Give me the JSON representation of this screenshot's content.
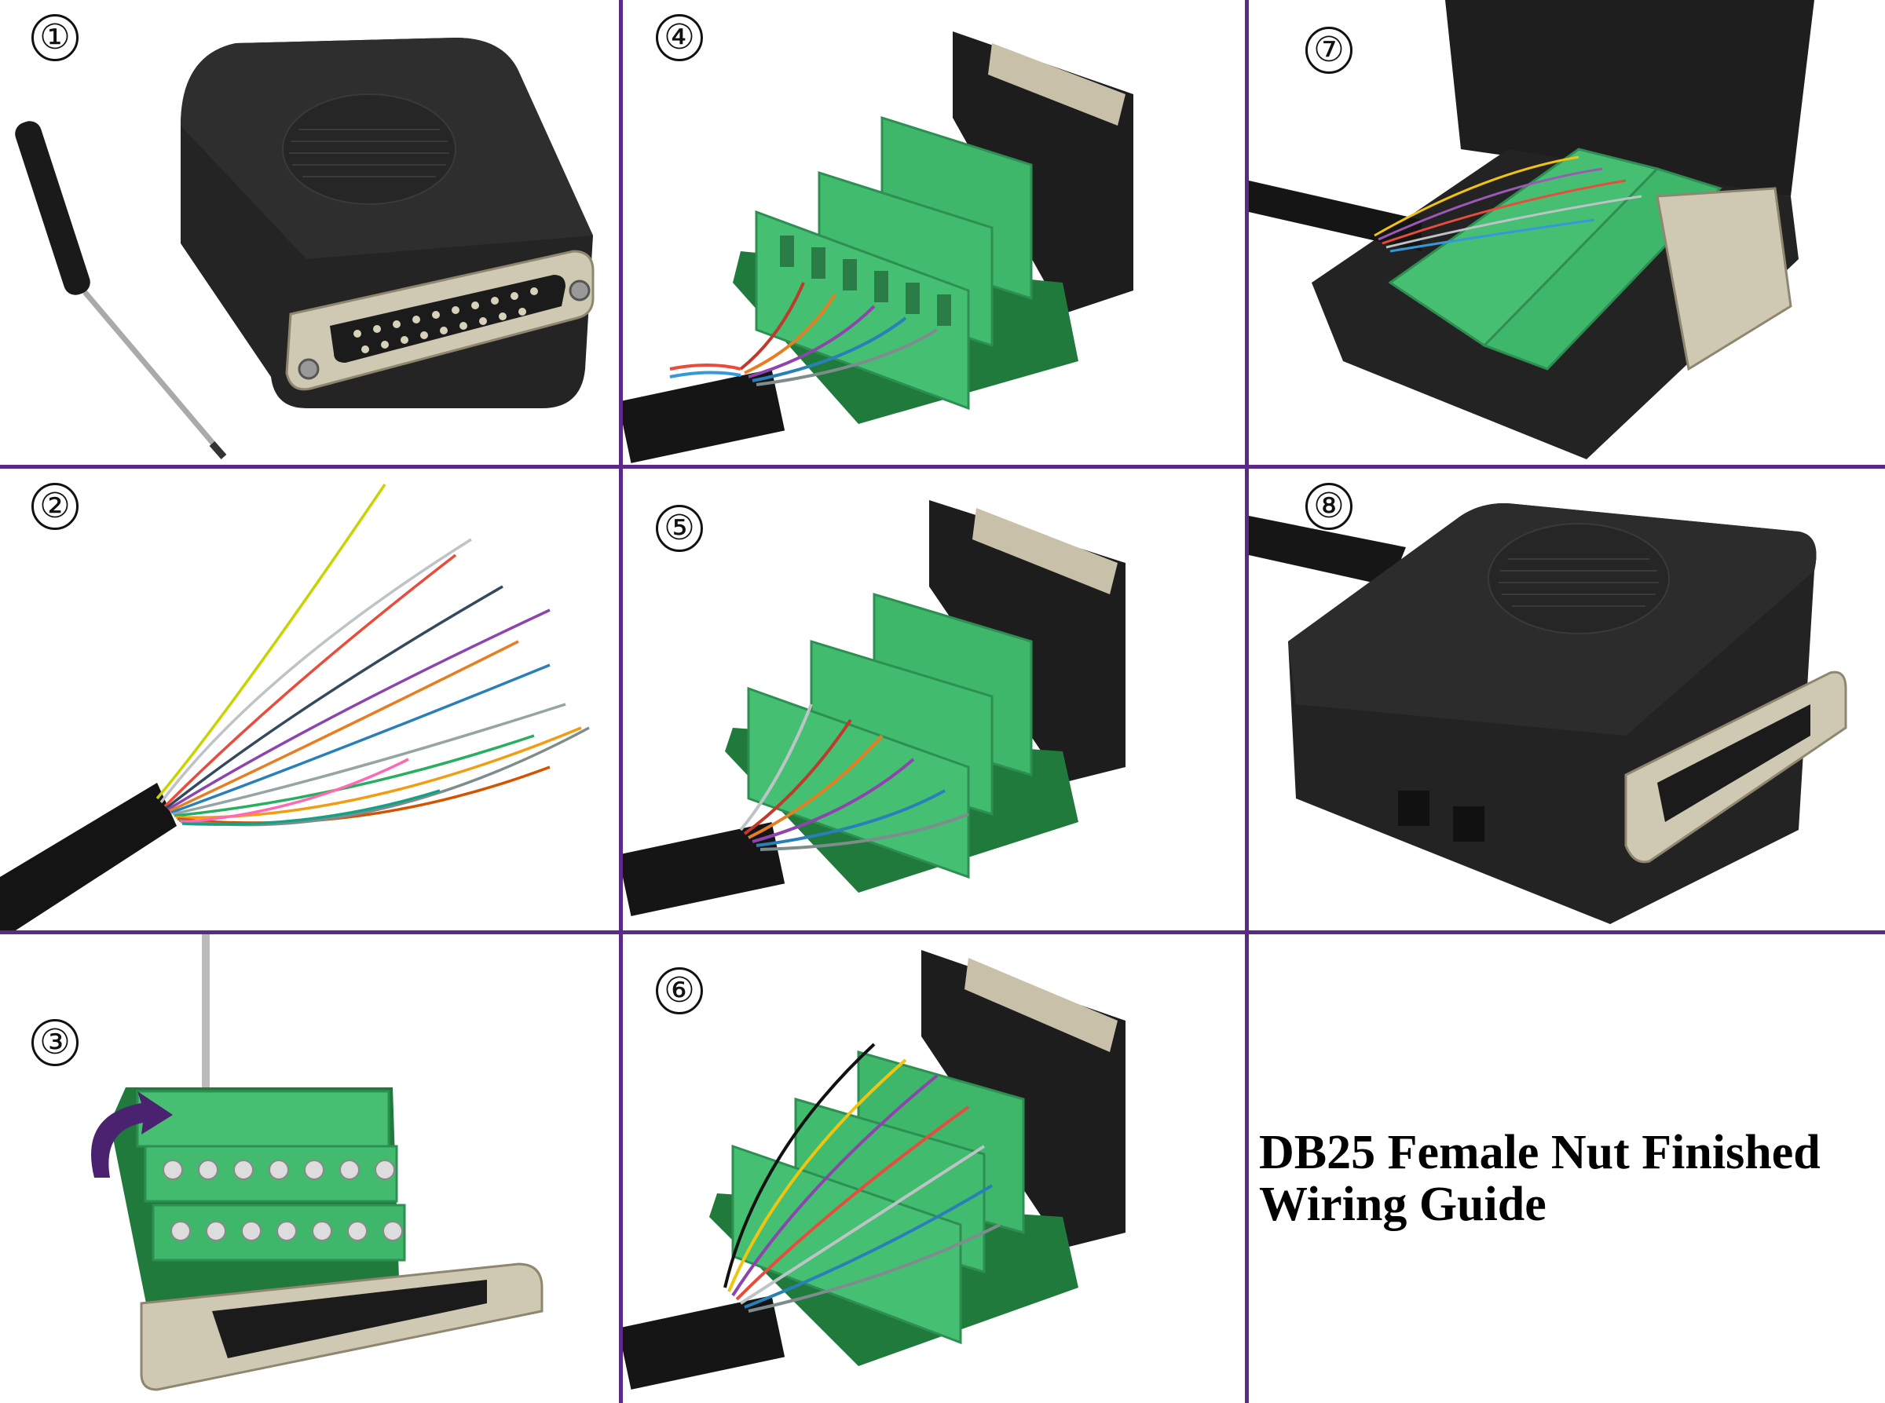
{
  "colors": {
    "divider": "#5b2a86",
    "terminal_green": "#3fb76b",
    "terminal_dark": "#2d8f52",
    "pcb_green": "#1f7a3c",
    "housing_black": "#1c1c1c",
    "metal": "#c9c2ae",
    "arrow_purple": "#4a2270"
  },
  "steps": [
    {
      "number": "①",
      "icon": "screwdriver-and-housing"
    },
    {
      "number": "②",
      "icon": "stripped-cable"
    },
    {
      "number": "③",
      "icon": "terminal-board-screw"
    },
    {
      "number": "④",
      "icon": "wiring-terminals"
    },
    {
      "number": "⑤",
      "icon": "wiring-terminals"
    },
    {
      "number": "⑥",
      "icon": "wiring-terminals"
    },
    {
      "number": "⑦",
      "icon": "open-housing"
    },
    {
      "number": "⑧",
      "icon": "closed-housing"
    }
  ],
  "guide": {
    "title_line1": "DB25 Female Nut Finished",
    "title_line2": "Wiring Guide"
  }
}
